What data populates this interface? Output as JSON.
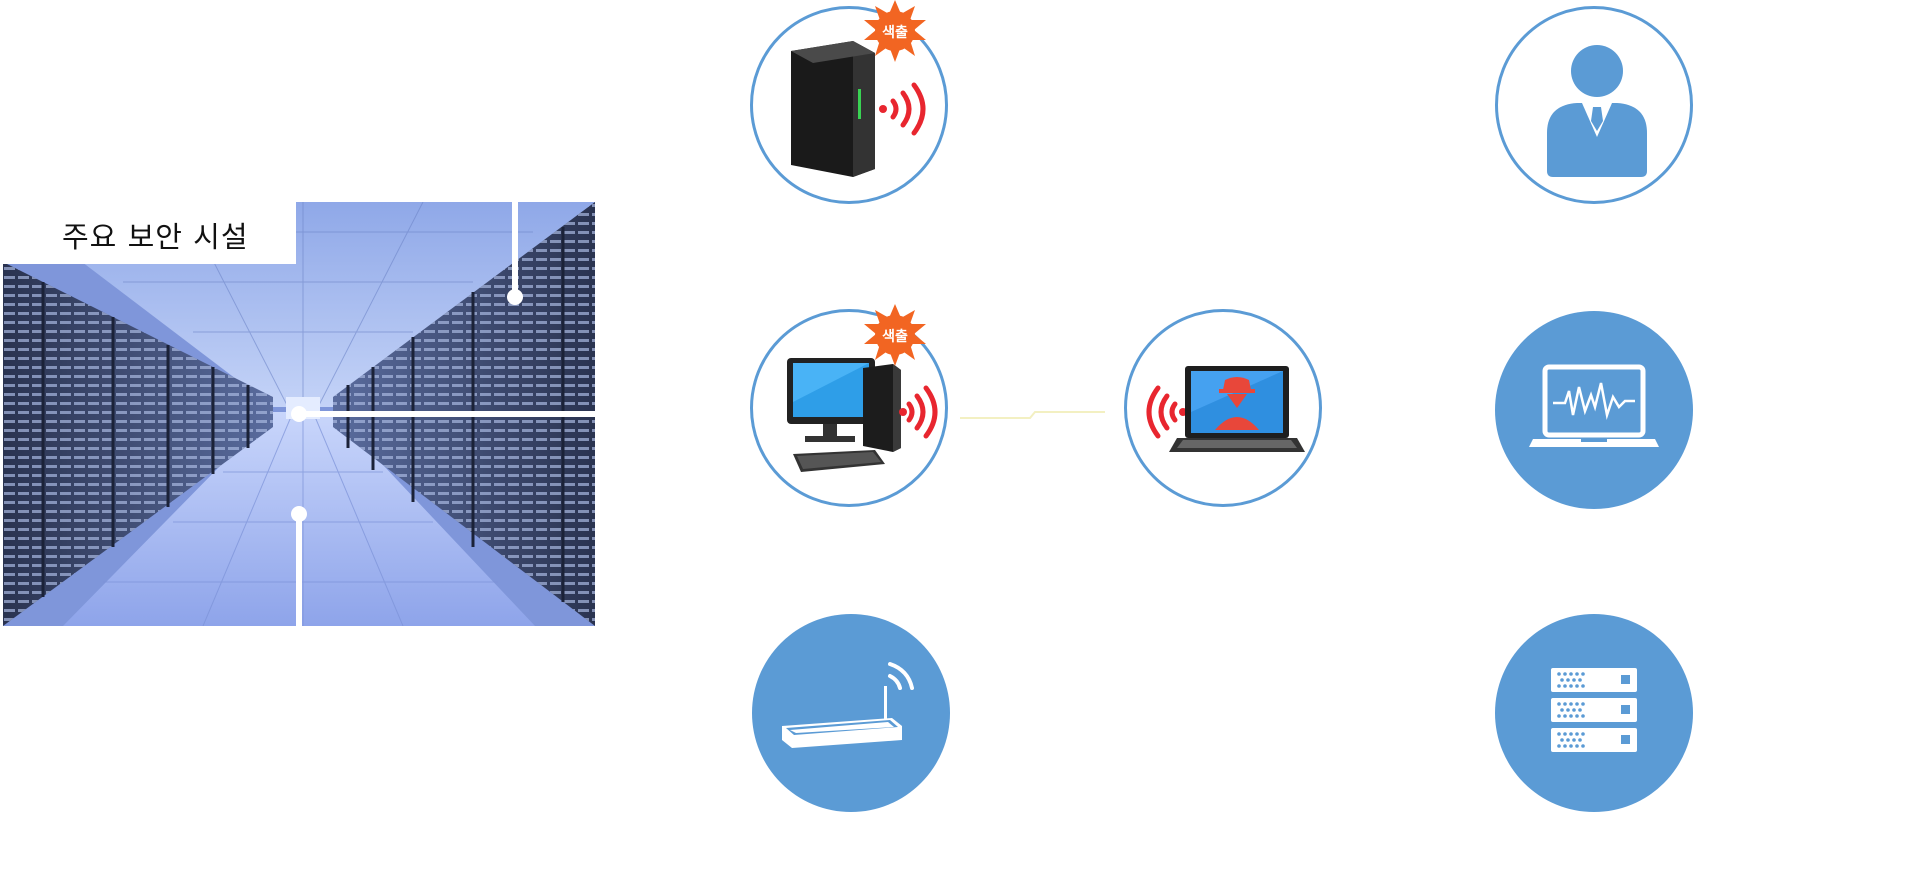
{
  "facility": {
    "title": "주요 보안 시설"
  },
  "devices": {
    "server": {
      "badge": "색출"
    },
    "desktop": {
      "badge": "색출"
    }
  },
  "colors": {
    "accent": "#5b9bd5",
    "badge": "#f26522",
    "signal": "#e8262f"
  },
  "icons": {
    "server": "tower-server-icon",
    "desktop": "desktop-computer-icon",
    "hacker_laptop": "hacker-laptop-icon",
    "router": "wifi-router-icon",
    "user": "businessman-icon",
    "monitor": "monitoring-laptop-icon",
    "rack": "server-rack-icon"
  }
}
